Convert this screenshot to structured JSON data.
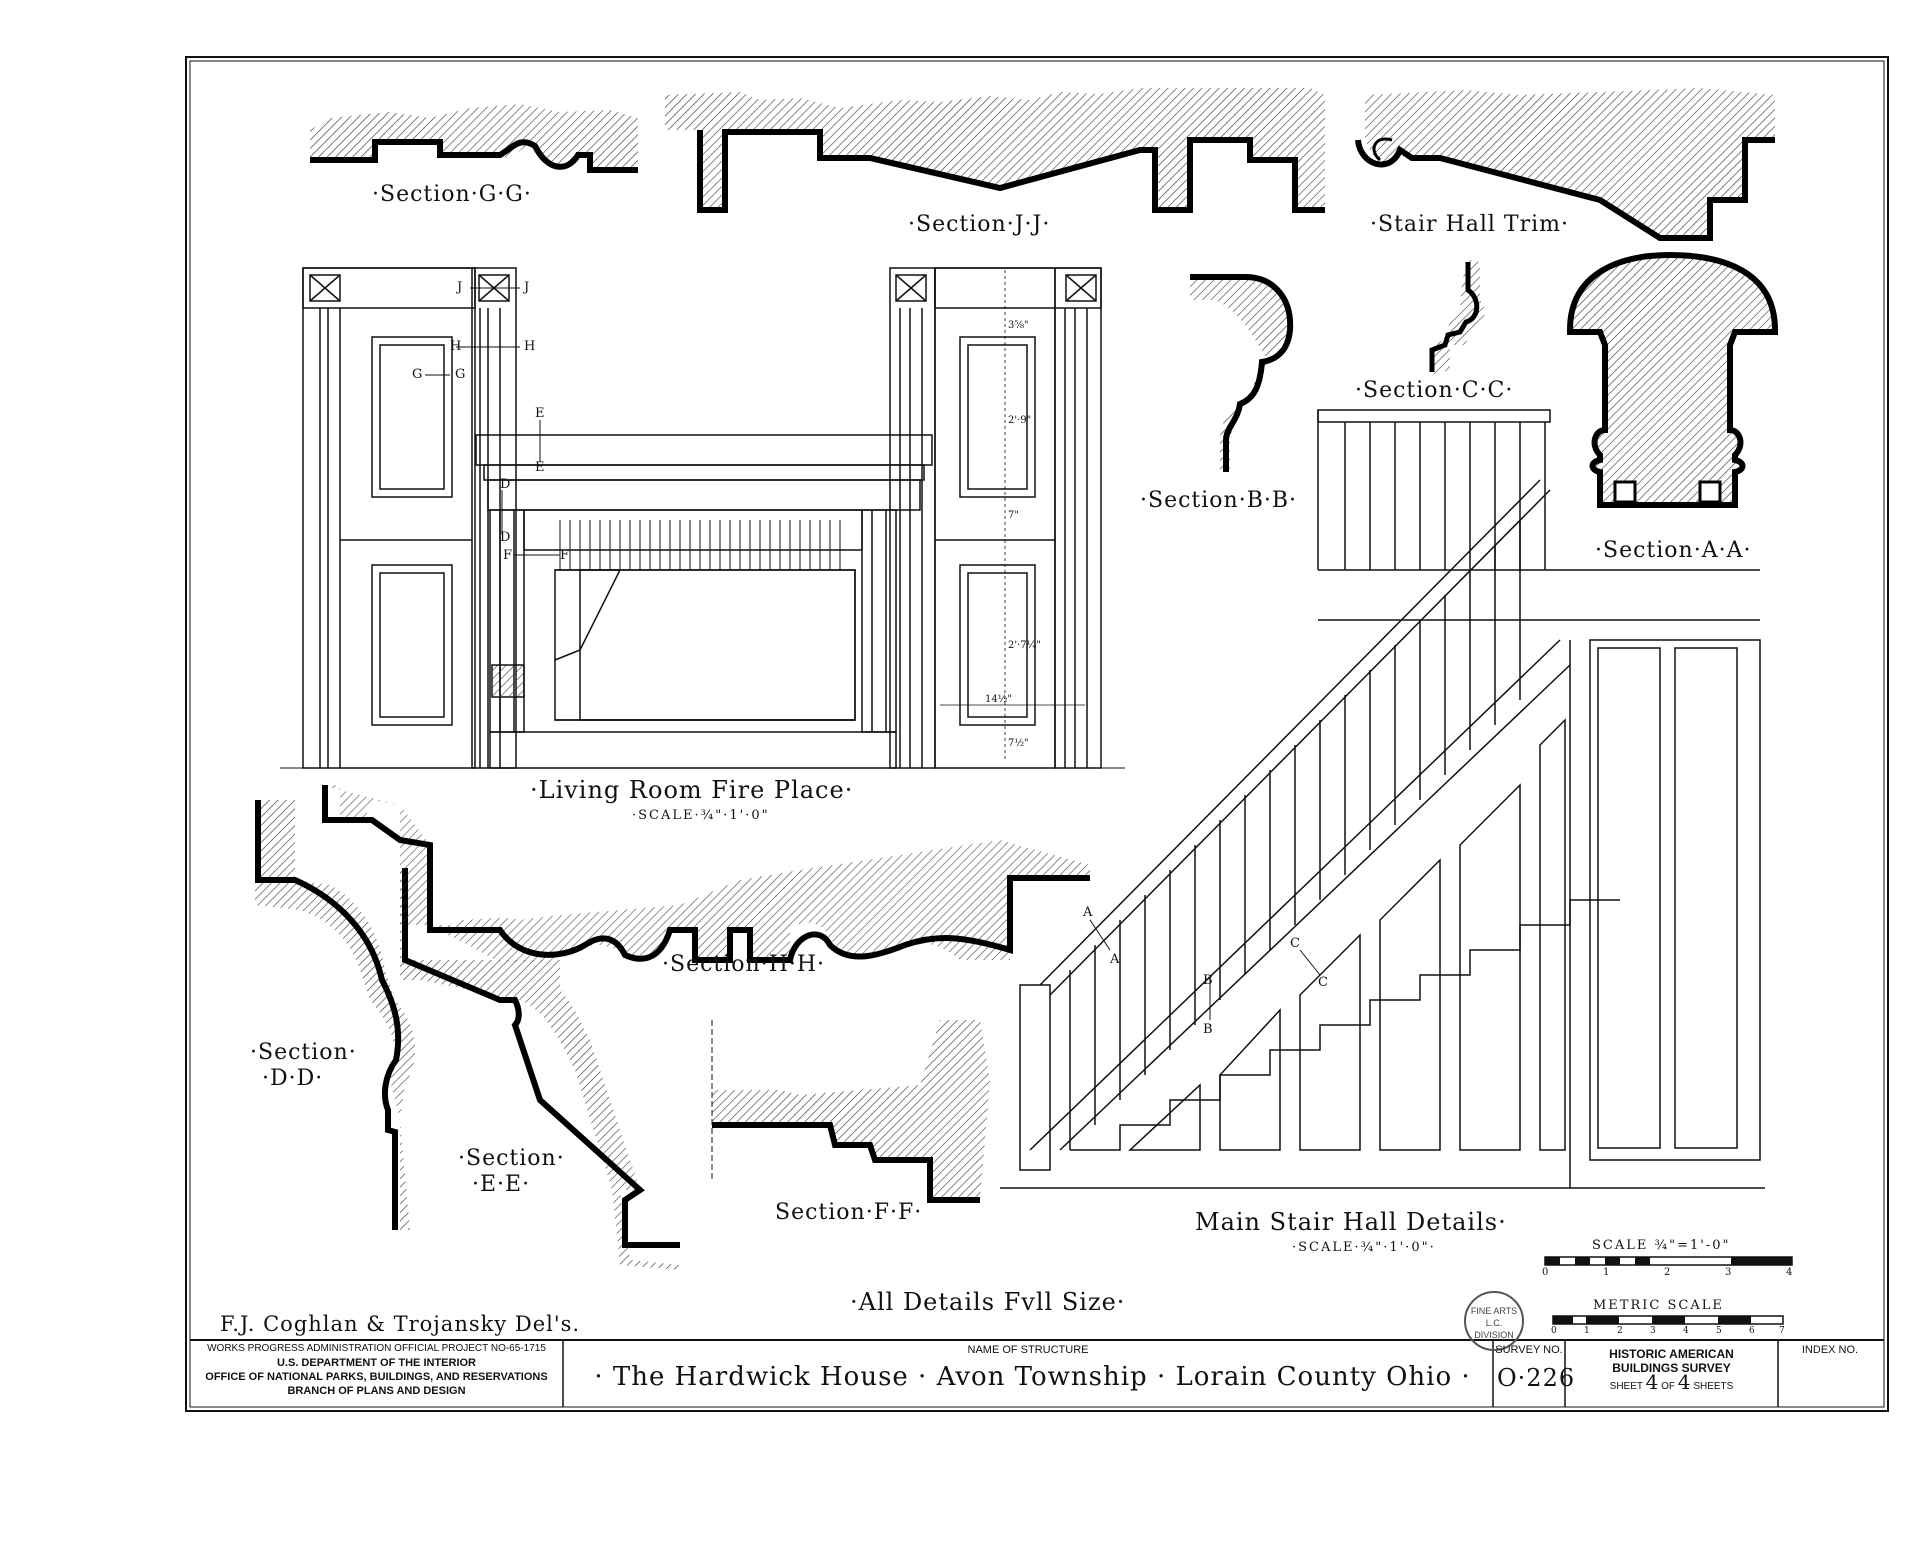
{
  "labels": {
    "section_gg": "·Section·G·G·",
    "section_jj": "·Section·J·J·",
    "stair_hall_trim": "·Stair Hall Trim·",
    "section_bb": "·Section·B·B·",
    "section_cc": "·Section·C·C·",
    "section_aa": "·Section·A·A·",
    "living_room": "·Living Room Fire Place·",
    "living_room_scale": "·SCALE·¾\"·1'·0\"",
    "section_hh": "·Section·H·H·",
    "section_dd_1": "·Section·",
    "section_dd_2": "·D·D·",
    "section_ee_1": "·Section·",
    "section_ee_2": "·E·E·",
    "section_ff": "Section·F·F·",
    "main_stair": "Main Stair Hall Details·",
    "main_stair_scale": "·SCALE·¾\"·1'·0\"·",
    "all_details": "·All Details Fvll Size·",
    "scale_bar_label": "SCALE ¾\"=1'-0\"",
    "metric_scale": "METRIC SCALE"
  },
  "cut_marks": {
    "j": "J",
    "h": "H",
    "g": "G",
    "e": "E",
    "d": "D",
    "f": "F",
    "a": "A",
    "b": "B",
    "c": "C"
  },
  "dimensions": {
    "d1": "3⅝\"",
    "d2": "2'·9\"",
    "d3": "7\"",
    "d4": "2'·7¼\"",
    "d5": "14½\"",
    "d6": "7½\""
  },
  "scale_ticks": [
    "0",
    "1",
    "2",
    "3",
    "4"
  ],
  "metric_ticks": [
    "0",
    "1",
    "2",
    "3",
    "4",
    "5",
    "6",
    "7"
  ],
  "credit": "F.J. Coghlan & Trojansky Del's.",
  "title_block": {
    "agency_1": "WORKS PROGRESS ADMINISTRATION  OFFICIAL PROJECT NO-65-1715",
    "agency_2": "U.S. DEPARTMENT OF THE INTERIOR",
    "agency_3": "OFFICE OF NATIONAL PARKS, BUILDINGS, AND RESERVATIONS",
    "agency_4": "BRANCH OF PLANS AND DESIGN",
    "name_label": "NAME OF STRUCTURE",
    "name": "· The Hardwick House · Avon Township · Lorain County Ohio ·",
    "survey_label": "SURVEY NO.",
    "survey_no": "O·226",
    "habs_1": "HISTORIC AMERICAN",
    "habs_2": "BUILDINGS SURVEY",
    "sheet_word": "SHEET",
    "sheet_no": "4",
    "of_word": "OF",
    "sheet_total": "4",
    "sheets_word": "SHEETS",
    "index_label": "INDEX NO."
  },
  "stamp": "FINE ARTS L.C. DIVISION"
}
